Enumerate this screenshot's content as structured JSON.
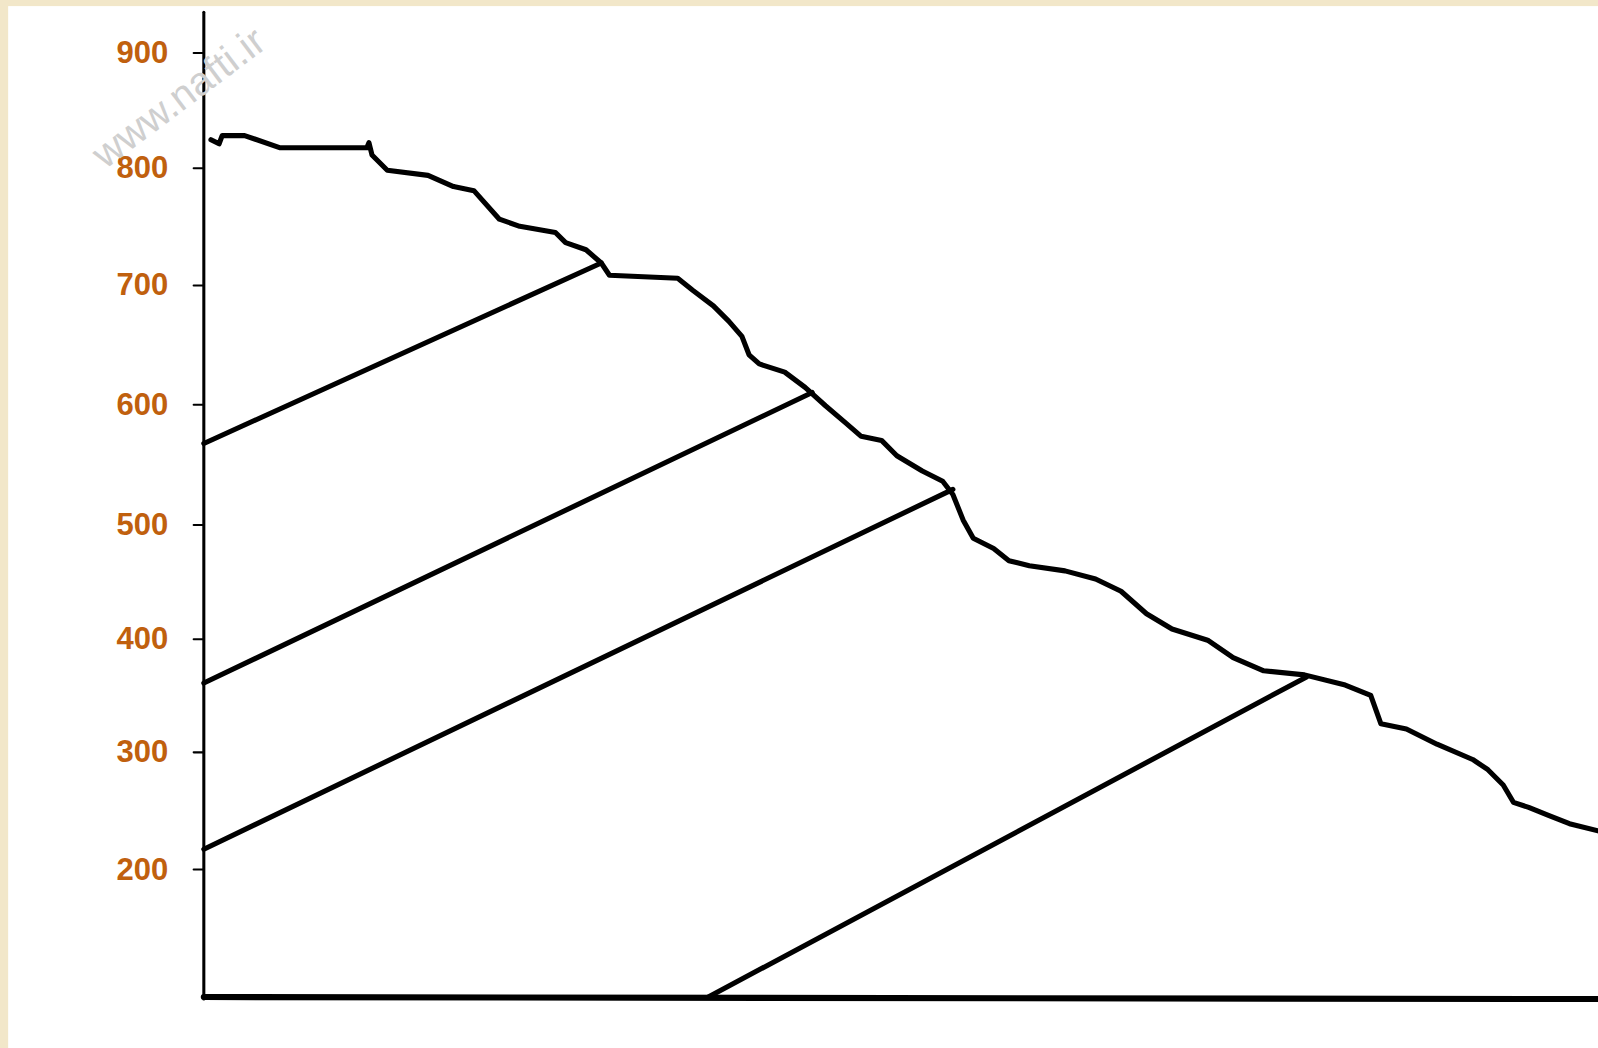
{
  "diagram": {
    "labels": [
      "900",
      "800",
      "700",
      "600",
      "500",
      "400",
      "300",
      "200",
      "www.nafti.ir"
    ]
  }
}
